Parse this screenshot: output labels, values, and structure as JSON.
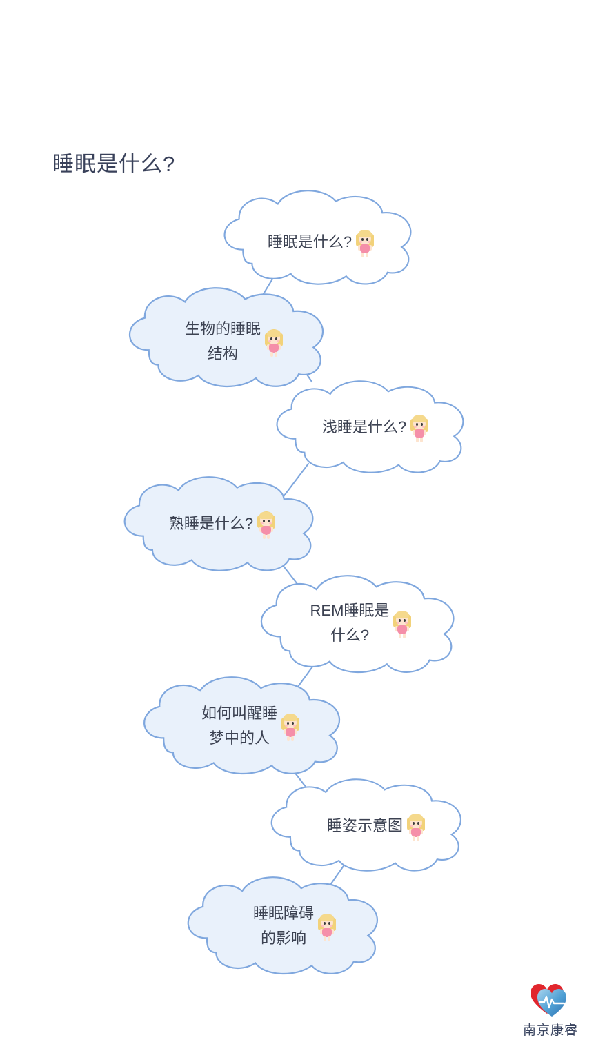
{
  "page": {
    "title": "睡眠是什么?",
    "background_color": "#ffffff",
    "title_color": "#39415a"
  },
  "style": {
    "cloud_border_color": "#7fa7de",
    "cloud_fill_white": "#ffffff",
    "cloud_fill_blue": "#e9f1fb",
    "connector_color": "#7fa7de",
    "text_color": "#3c4252"
  },
  "mindmap": {
    "icon_name": "girl-character-icon",
    "nodes": [
      {
        "id": "node-1",
        "label": "睡眠是什么?",
        "fill": "white",
        "side": "right"
      },
      {
        "id": "node-2",
        "label": "生物的睡眠\n结构",
        "fill": "blue",
        "side": "left"
      },
      {
        "id": "node-3",
        "label": "浅睡是什么?",
        "fill": "white",
        "side": "right"
      },
      {
        "id": "node-4",
        "label": "熟睡是什么?",
        "fill": "blue",
        "side": "left"
      },
      {
        "id": "node-5",
        "label": "REM睡眠是\n什么?",
        "fill": "white",
        "side": "right"
      },
      {
        "id": "node-6",
        "label": "如何叫醒睡\n梦中的人",
        "fill": "blue",
        "side": "left"
      },
      {
        "id": "node-7",
        "label": "睡姿示意图",
        "fill": "white",
        "side": "right"
      },
      {
        "id": "node-8",
        "label": "睡眠障碍\n的影响",
        "fill": "blue",
        "side": "left"
      }
    ]
  },
  "footer": {
    "logo_text": "南京康睿",
    "logo_icon": "double-heart-pulse-icon",
    "logo_heart_red": "#e1262d",
    "logo_heart_blue": "#2f7fc7"
  }
}
